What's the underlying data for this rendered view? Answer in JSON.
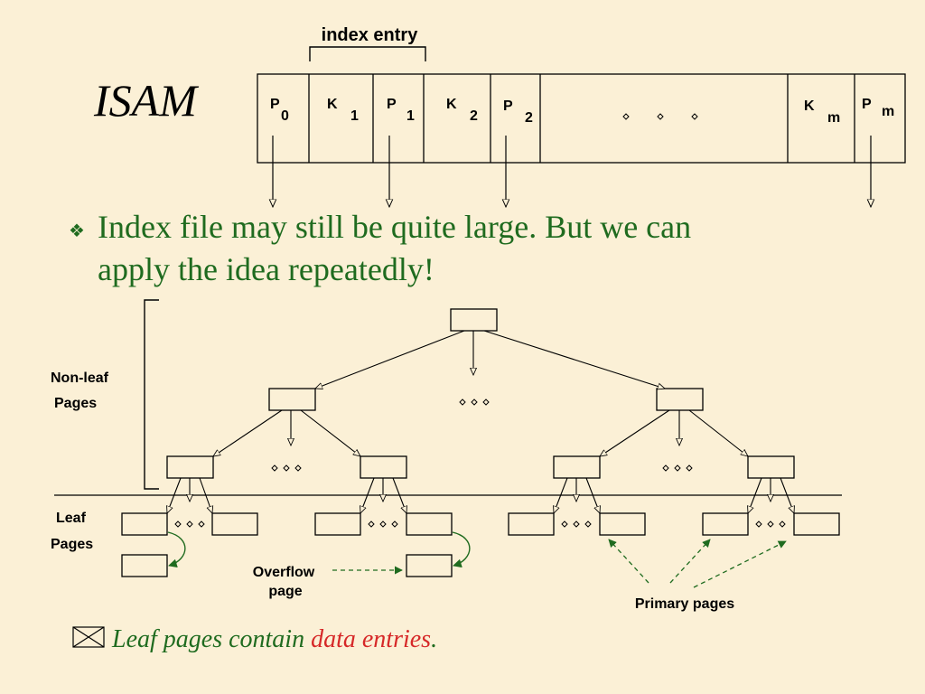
{
  "slide": {
    "title": "ISAM",
    "bullet_main": {
      "line1": "Index file may still be quite large.  But we can",
      "line2": "apply the idea repeatedly!"
    },
    "bullet_footer": {
      "text_part1": "Leaf pages contain ",
      "text_highlight": "data entries",
      "text_part2": "."
    }
  },
  "index_entry": {
    "label": "index entry",
    "cells": [
      {
        "main": "P",
        "sub": "0"
      },
      {
        "main": "K",
        "sub": "1"
      },
      {
        "main": "P",
        "sub": "1"
      },
      {
        "main": "K",
        "sub": "2"
      },
      {
        "main": "P",
        "sub": "2"
      },
      {
        "main": "",
        "sub": ""
      },
      {
        "main": "K",
        "sub": "m"
      },
      {
        "main": "P",
        "sub": "m"
      }
    ]
  },
  "tree": {
    "labels": {
      "nonleaf_line1": "Non-leaf",
      "nonleaf_line2": "Pages",
      "leaf_line1": "Leaf",
      "leaf_line2": "Pages",
      "overflow_line1": "Overflow",
      "overflow_line2": "page",
      "primary": "Primary pages"
    }
  },
  "colors": {
    "background": "#fbf0d6",
    "bullet_text": "#1f6b1f",
    "highlight": "#d62828",
    "lines": "#000000"
  }
}
